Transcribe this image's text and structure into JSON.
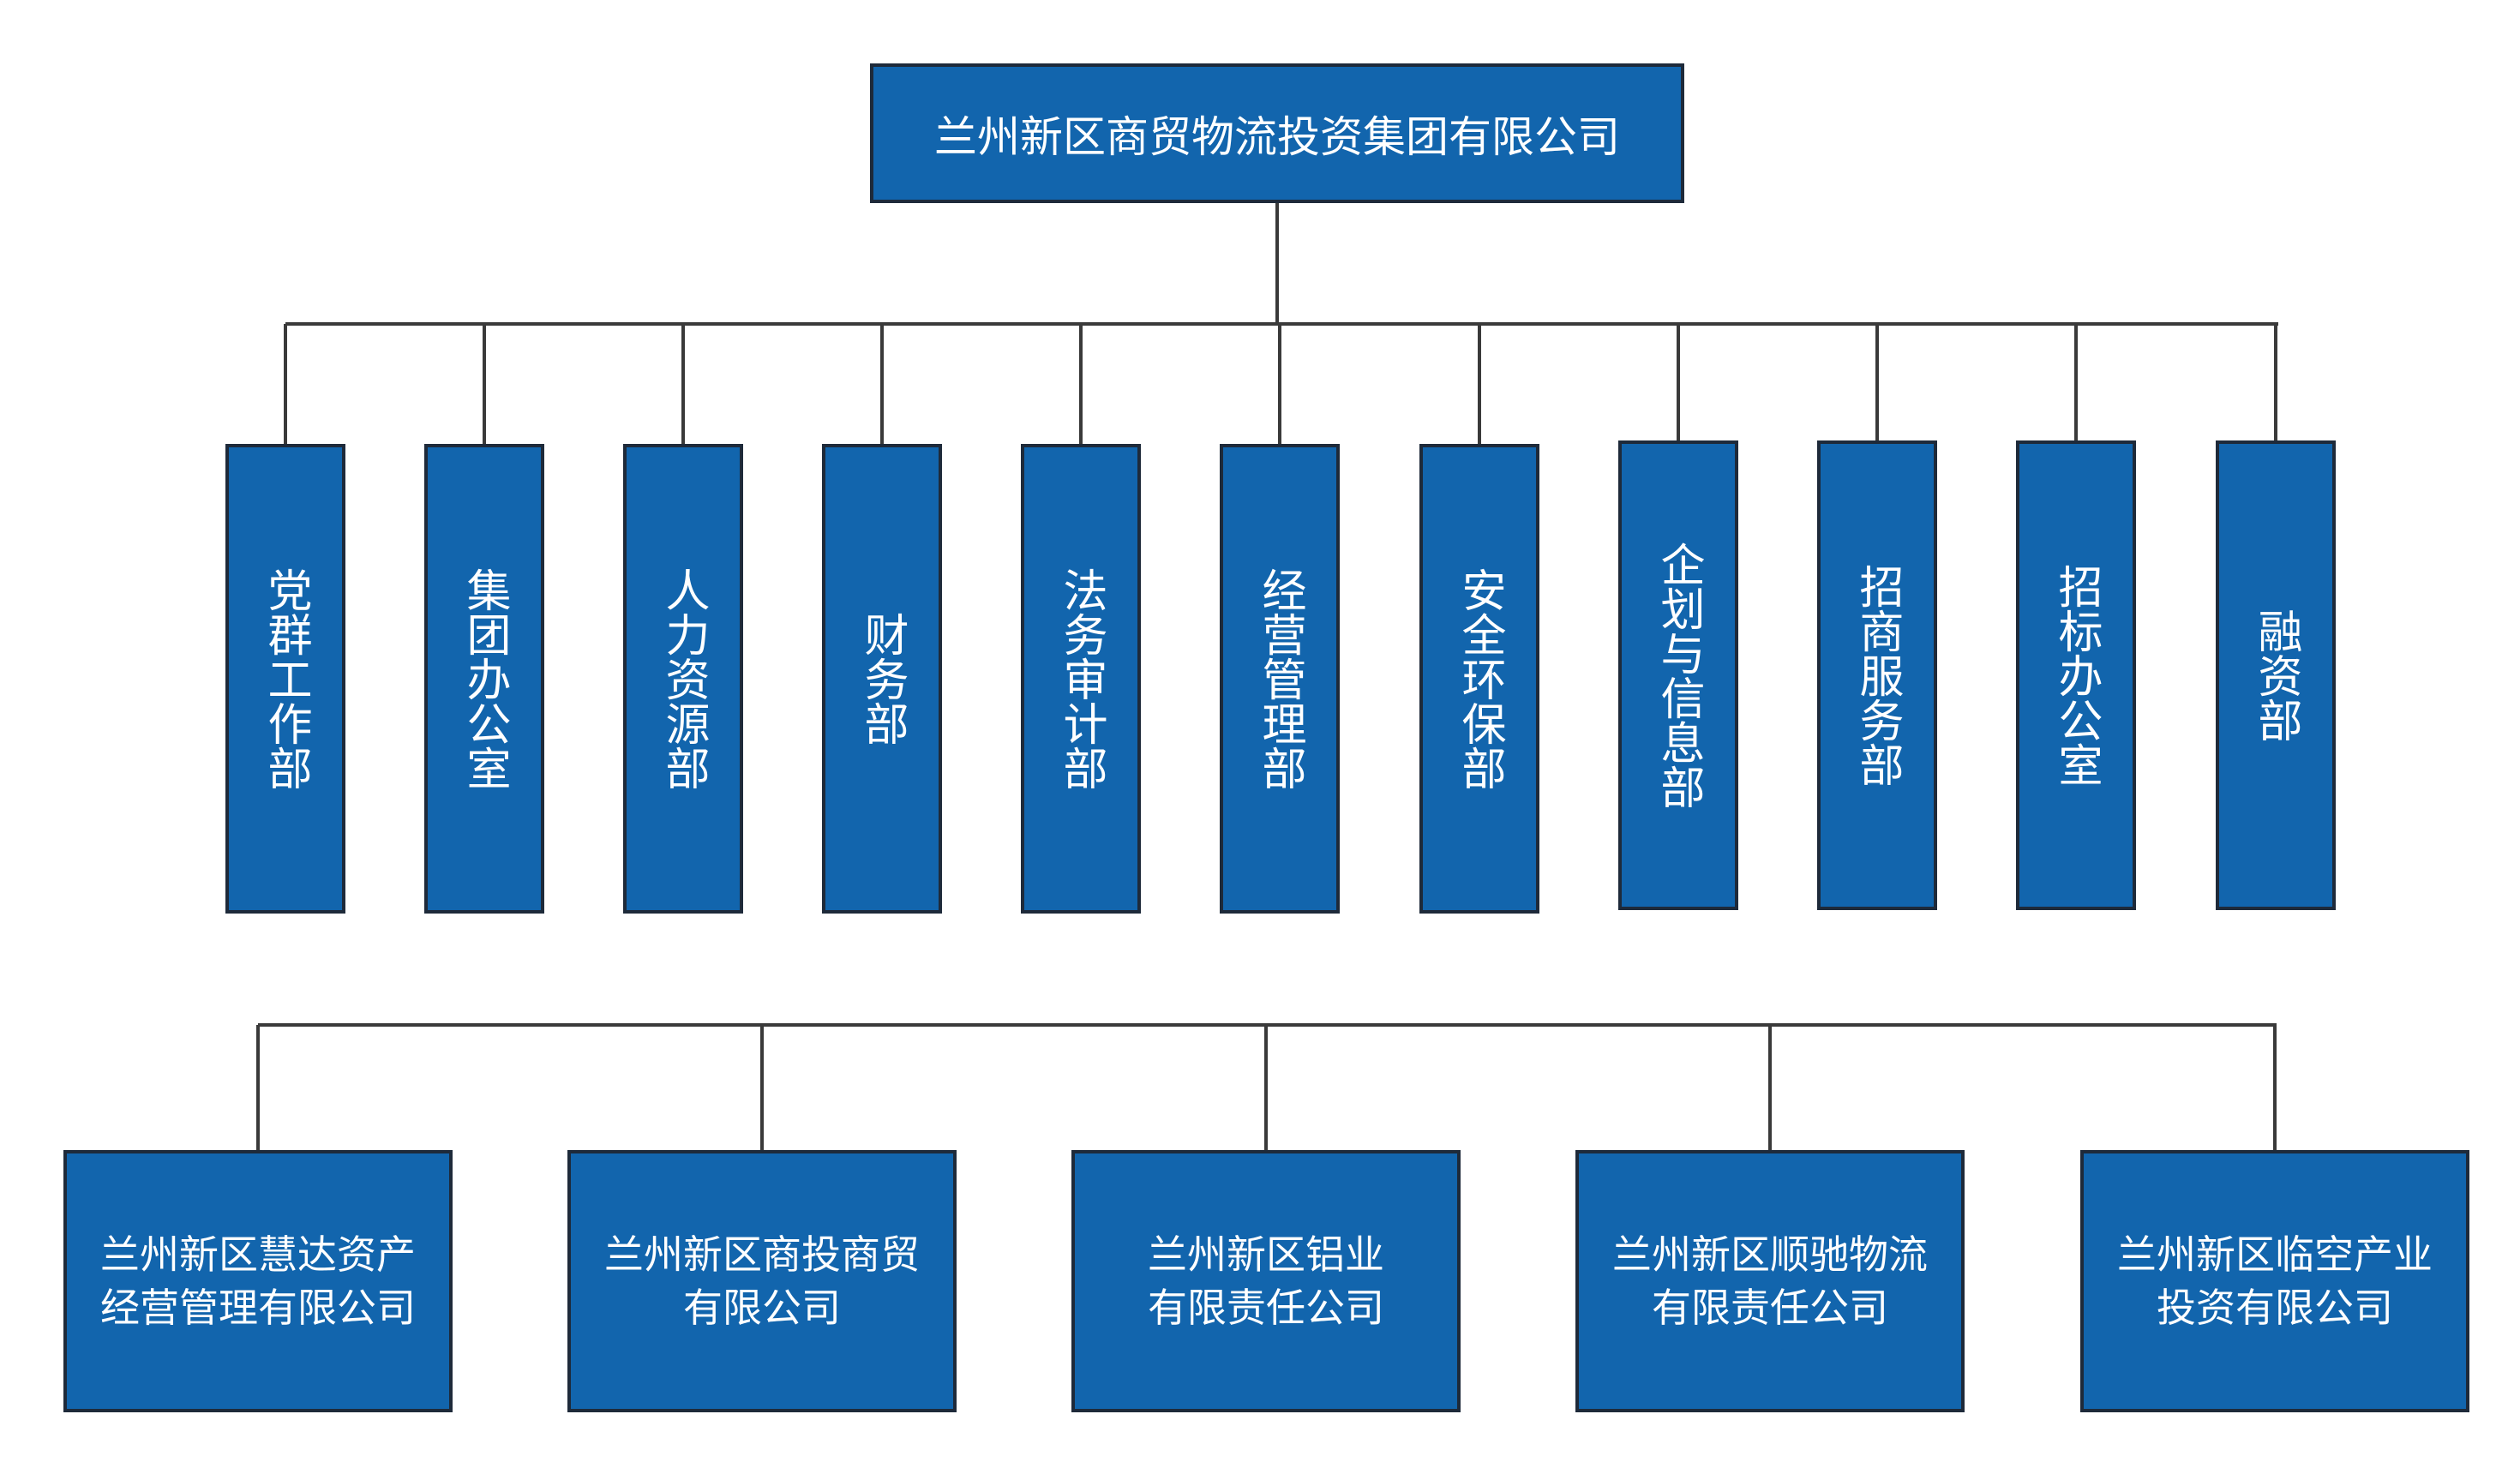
{
  "root": {
    "label": "兰州新区商贸物流投资集团有限公司"
  },
  "departments": [
    {
      "label": "党群工作部"
    },
    {
      "label": "集团办公室"
    },
    {
      "label": "人力资源部"
    },
    {
      "label": "财务部"
    },
    {
      "label": "法务审计部"
    },
    {
      "label": "经营管理部"
    },
    {
      "label": "安全环保部"
    },
    {
      "label": "企划与信息部"
    },
    {
      "label": "招商服务部"
    },
    {
      "label": "招标办公室"
    },
    {
      "label": "融资部"
    }
  ],
  "subsidiaries": [
    {
      "line1": "兰州新区慧达资产",
      "line2": "经营管理有限公司"
    },
    {
      "line1": "兰州新区商投商贸",
      "line2": "有限公司"
    },
    {
      "line1": "兰州新区铝业",
      "line2": "有限责任公司"
    },
    {
      "line1": "兰州新区顺驰物流",
      "line2": "有限责任公司"
    },
    {
      "line1": "兰州新区临空产业",
      "line2": "投资有限公司"
    }
  ],
  "colors": {
    "box_fill": "#1265ad",
    "box_border": "#1e2a3a",
    "connector": "#3a3a3a",
    "text": "#ffffff"
  }
}
